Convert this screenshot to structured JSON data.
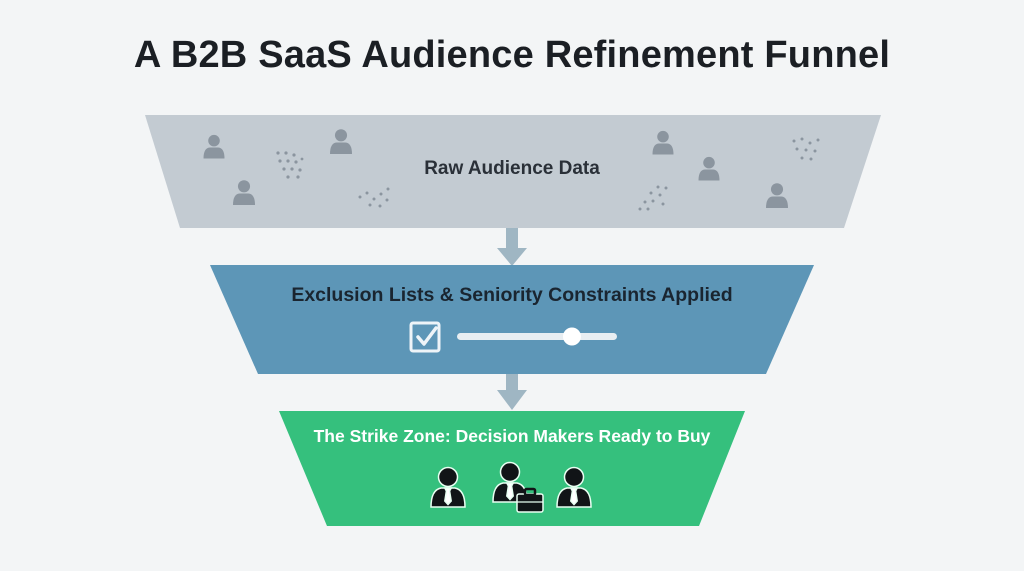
{
  "title": "A B2B SaaS Audience Refinement Funnel",
  "stages": [
    {
      "label": "Raw Audience Data",
      "color": "#c3cbd2"
    },
    {
      "label": "Exclusion Lists & Seniority Constraints Applied",
      "color": "#5d96b7"
    },
    {
      "label": "The Strike Zone: Decision Makers Ready to Buy",
      "color": "#35c07d"
    }
  ],
  "colors": {
    "background": "#f3f5f6",
    "arrow": "#9fb6c3",
    "icon_gray": "#8b959f",
    "icon_dark": "#111417"
  },
  "icons": {
    "raw": [
      "person-icon",
      "dot-cluster-icon"
    ],
    "exclusion": [
      "checkbox-checked-icon",
      "slider"
    ],
    "strike": [
      "businessman-icon",
      "briefcase-icon"
    ]
  },
  "slider_level": 0.73,
  "checkbox_checked": true
}
